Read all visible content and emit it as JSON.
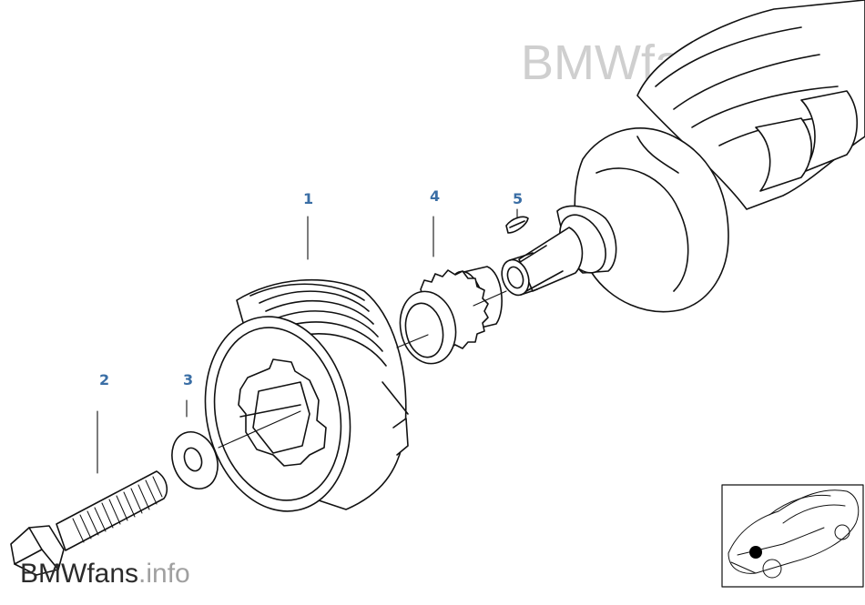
{
  "watermark_top": "BMWfans.info",
  "watermark_bottom": {
    "brand": "BMWfans",
    "tld": ".info"
  },
  "callouts": [
    "1",
    "2",
    "3",
    "4",
    "5"
  ],
  "colors": {
    "line": "#111111",
    "callout": "#3a6ea5",
    "watermark": "#cfcfcf"
  }
}
